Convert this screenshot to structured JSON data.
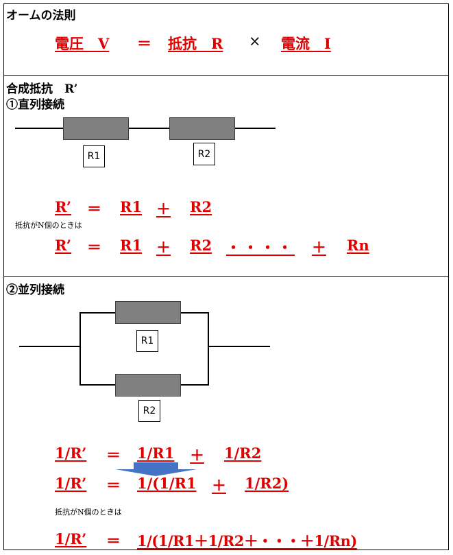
{
  "section1": {
    "title": "オームの法則",
    "formula": {
      "voltage": "電圧　V",
      "equals": "＝",
      "resistance": "抵抗　R",
      "times": "×",
      "current": "電流　I"
    }
  },
  "section2": {
    "title": "合成抵抗　R’",
    "subtitle": "①直列接続",
    "diagram": {
      "r1": "R1",
      "r2": "R2"
    },
    "formula1": {
      "lhs": "R’",
      "eq": "＝",
      "t1": "R1",
      "plus1": "＋",
      "t2": "R2"
    },
    "n_note": "抵抗がN個のときは",
    "formula2": {
      "lhs": "R’",
      "eq": "＝",
      "t1": "R1",
      "plus1": "＋",
      "t2": "R2",
      "dots": "・・・・",
      "plus2": "＋",
      "tn": "Rn"
    }
  },
  "section3": {
    "subtitle": "②並列接続",
    "diagram": {
      "r1": "R1",
      "r2": "R2"
    },
    "formula1": {
      "lhs": "1/R’",
      "eq": "＝",
      "t1": "1/R1",
      "plus": "＋",
      "t2": "1/R2"
    },
    "formula2": {
      "lhs": "1/R’",
      "eq": "＝",
      "t1": "1/(1/R1",
      "plus": "＋",
      "t2": "1/R2)"
    },
    "n_note": "抵抗がN個のときは",
    "formula3": {
      "lhs": "1/R’",
      "eq": "＝",
      "rhs": "1/(1/R1＋1/R2＋・・・＋1/Rn)"
    }
  },
  "colors": {
    "formula_red": "#e00000",
    "resistor_gray": "#808080",
    "arrow_blue": "#4472c4"
  }
}
